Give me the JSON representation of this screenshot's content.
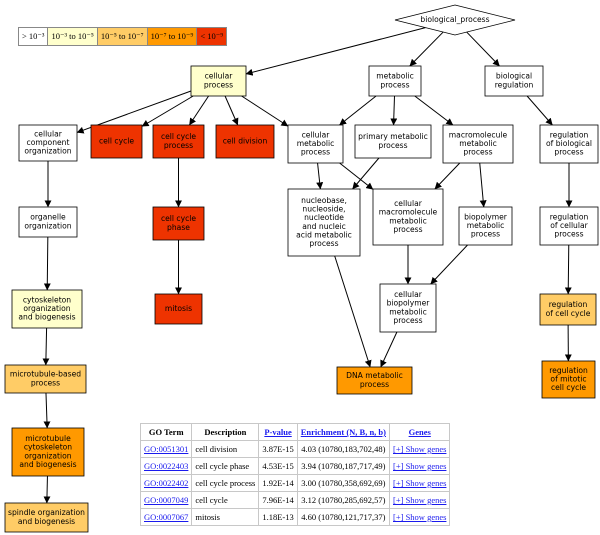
{
  "colors": {
    "white": "#ffffff",
    "pale_yellow": "#ffffcc",
    "light_orange": "#ffcc66",
    "orange": "#ff9900",
    "red": "#ee3300",
    "edge": "#000000"
  },
  "legend": [
    {
      "label": "> 10⁻³",
      "color": "#ffffff"
    },
    {
      "label": "10⁻³ to 10⁻⁵",
      "color": "#ffffcc"
    },
    {
      "label": "10⁻⁵ to 10⁻⁷",
      "color": "#ffcc66"
    },
    {
      "label": "10⁻⁷ to 10⁻⁹",
      "color": "#ff9900"
    },
    {
      "label": "< 10⁻⁹",
      "color": "#ee3300"
    }
  ],
  "nodes": [
    {
      "id": "bp",
      "lines": [
        "biological_process"
      ],
      "color": "#ffffff",
      "shape": "diamond"
    },
    {
      "id": "cellular_process",
      "lines": [
        "cellular",
        "process"
      ],
      "color": "#ffffcc"
    },
    {
      "id": "metabolic_process",
      "lines": [
        "metabolic",
        "process"
      ],
      "color": "#ffffff"
    },
    {
      "id": "biological_regulation",
      "lines": [
        "biological",
        "regulation"
      ],
      "color": "#ffffff"
    },
    {
      "id": "ccorg",
      "lines": [
        "cellular",
        "component",
        "organization"
      ],
      "color": "#ffffff"
    },
    {
      "id": "cell_cycle",
      "lines": [
        "cell cycle"
      ],
      "color": "#ee3300"
    },
    {
      "id": "cell_cycle_process",
      "lines": [
        "cell cycle",
        "process"
      ],
      "color": "#ee3300"
    },
    {
      "id": "cell_division",
      "lines": [
        "cell division"
      ],
      "color": "#ee3300"
    },
    {
      "id": "cellular_metabolic",
      "lines": [
        "cellular",
        "metabolic",
        "process"
      ],
      "color": "#ffffff"
    },
    {
      "id": "primary_metabolic",
      "lines": [
        "primary metabolic",
        "process"
      ],
      "color": "#ffffff"
    },
    {
      "id": "macromolecule_metabolic",
      "lines": [
        "macromolecule",
        "metabolic",
        "process"
      ],
      "color": "#ffffff"
    },
    {
      "id": "reg_bio",
      "lines": [
        "regulation",
        "of biological",
        "process"
      ],
      "color": "#ffffff"
    },
    {
      "id": "organelle_org",
      "lines": [
        "organelle",
        "organization"
      ],
      "color": "#ffffff"
    },
    {
      "id": "cell_cycle_phase",
      "lines": [
        "cell cycle",
        "phase"
      ],
      "color": "#ee3300"
    },
    {
      "id": "nucleobase",
      "lines": [
        "nucleobase,",
        "nucleoside,",
        "nucleotide",
        "and nucleic",
        "acid metabolic",
        "process"
      ],
      "color": "#ffffff"
    },
    {
      "id": "cell_macro_metabolic",
      "lines": [
        "cellular",
        "macromolecule",
        "metabolic",
        "process"
      ],
      "color": "#ffffff"
    },
    {
      "id": "biopolymer_metabolic",
      "lines": [
        "biopolymer",
        "metabolic",
        "process"
      ],
      "color": "#ffffff"
    },
    {
      "id": "reg_cellular",
      "lines": [
        "regulation",
        "of cellular",
        "process"
      ],
      "color": "#ffffff"
    },
    {
      "id": "cytoskeleton_org",
      "lines": [
        "cytoskeleton",
        "organization",
        "and biogenesis"
      ],
      "color": "#ffffcc"
    },
    {
      "id": "mitosis",
      "lines": [
        "mitosis"
      ],
      "color": "#ee3300"
    },
    {
      "id": "cell_biopolymer",
      "lines": [
        "cellular",
        "biopolymer",
        "metabolic",
        "process"
      ],
      "color": "#ffffff"
    },
    {
      "id": "reg_cell_cycle",
      "lines": [
        "regulation",
        "of cell cycle"
      ],
      "color": "#ffcc66"
    },
    {
      "id": "microtubule_based",
      "lines": [
        "microtubule-based",
        "process"
      ],
      "color": "#ffcc66"
    },
    {
      "id": "dna_metabolic",
      "lines": [
        "DNA metabolic",
        "process"
      ],
      "color": "#ff9900"
    },
    {
      "id": "reg_mitotic",
      "lines": [
        "regulation",
        "of mitotic",
        "cell cycle"
      ],
      "color": "#ff9900"
    },
    {
      "id": "mt_cytoskeleton",
      "lines": [
        "microtubule",
        "cytoskeleton",
        "organization",
        "and biogenesis"
      ],
      "color": "#ff9900"
    },
    {
      "id": "spindle_org",
      "lines": [
        "spindle organization",
        "and biogenesis"
      ],
      "color": "#ffcc66"
    }
  ],
  "edges": [
    [
      "bp",
      "cellular_process"
    ],
    [
      "bp",
      "metabolic_process"
    ],
    [
      "bp",
      "biological_regulation"
    ],
    [
      "cellular_process",
      "ccorg"
    ],
    [
      "cellular_process",
      "cell_cycle"
    ],
    [
      "cellular_process",
      "cell_cycle_process"
    ],
    [
      "cellular_process",
      "cell_division"
    ],
    [
      "cellular_process",
      "cellular_metabolic"
    ],
    [
      "metabolic_process",
      "cellular_metabolic"
    ],
    [
      "metabolic_process",
      "primary_metabolic"
    ],
    [
      "metabolic_process",
      "macromolecule_metabolic"
    ],
    [
      "biological_regulation",
      "reg_bio"
    ],
    [
      "ccorg",
      "organelle_org"
    ],
    [
      "cell_cycle_process",
      "cell_cycle_phase"
    ],
    [
      "cellular_metabolic",
      "nucleobase"
    ],
    [
      "cellular_metabolic",
      "cell_macro_metabolic"
    ],
    [
      "primary_metabolic",
      "nucleobase"
    ],
    [
      "macromolecule_metabolic",
      "cell_macro_metabolic"
    ],
    [
      "macromolecule_metabolic",
      "biopolymer_metabolic"
    ],
    [
      "reg_bio",
      "reg_cellular"
    ],
    [
      "organelle_org",
      "cytoskeleton_org"
    ],
    [
      "cell_cycle_phase",
      "mitosis"
    ],
    [
      "nucleobase",
      "dna_metabolic"
    ],
    [
      "cell_macro_metabolic",
      "cell_biopolymer"
    ],
    [
      "biopolymer_metabolic",
      "cell_biopolymer"
    ],
    [
      "reg_cellular",
      "reg_cell_cycle"
    ],
    [
      "cytoskeleton_org",
      "microtubule_based"
    ],
    [
      "cell_biopolymer",
      "dna_metabolic"
    ],
    [
      "reg_cell_cycle",
      "reg_mitotic"
    ],
    [
      "microtubule_based",
      "mt_cytoskeleton"
    ],
    [
      "mt_cytoskeleton",
      "spindle_org"
    ]
  ],
  "table": {
    "headers": {
      "go_term": "GO Term",
      "description": "Description",
      "pvalue": "P-value",
      "enrichment": "Enrichment (N, B, n, b)",
      "genes": "Genes"
    },
    "rows": [
      {
        "go": "GO:0051301",
        "description": "cell division",
        "pvalue": "3.87E-15",
        "enrichment": "4.03 (10780,183,702,48)",
        "genes": "[+] Show genes"
      },
      {
        "go": "GO:0022403",
        "description": "cell cycle phase",
        "pvalue": "4.53E-15",
        "enrichment": "3.94 (10780,187,717,49)",
        "genes": "[+] Show genes"
      },
      {
        "go": "GO:0022402",
        "description": "cell cycle process",
        "pvalue": "1.92E-14",
        "enrichment": "3.00 (10780,358,692,69)",
        "genes": "[+] Show genes"
      },
      {
        "go": "GO:0007049",
        "description": "cell cycle",
        "pvalue": "7.96E-14",
        "enrichment": "3.12 (10780,285,692,57)",
        "genes": "[+] Show genes"
      },
      {
        "go": "GO:0007067",
        "description": "mitosis",
        "pvalue": "1.18E-13",
        "enrichment": "4.60 (10780,121,717,37)",
        "genes": "[+] Show genes"
      }
    ]
  }
}
